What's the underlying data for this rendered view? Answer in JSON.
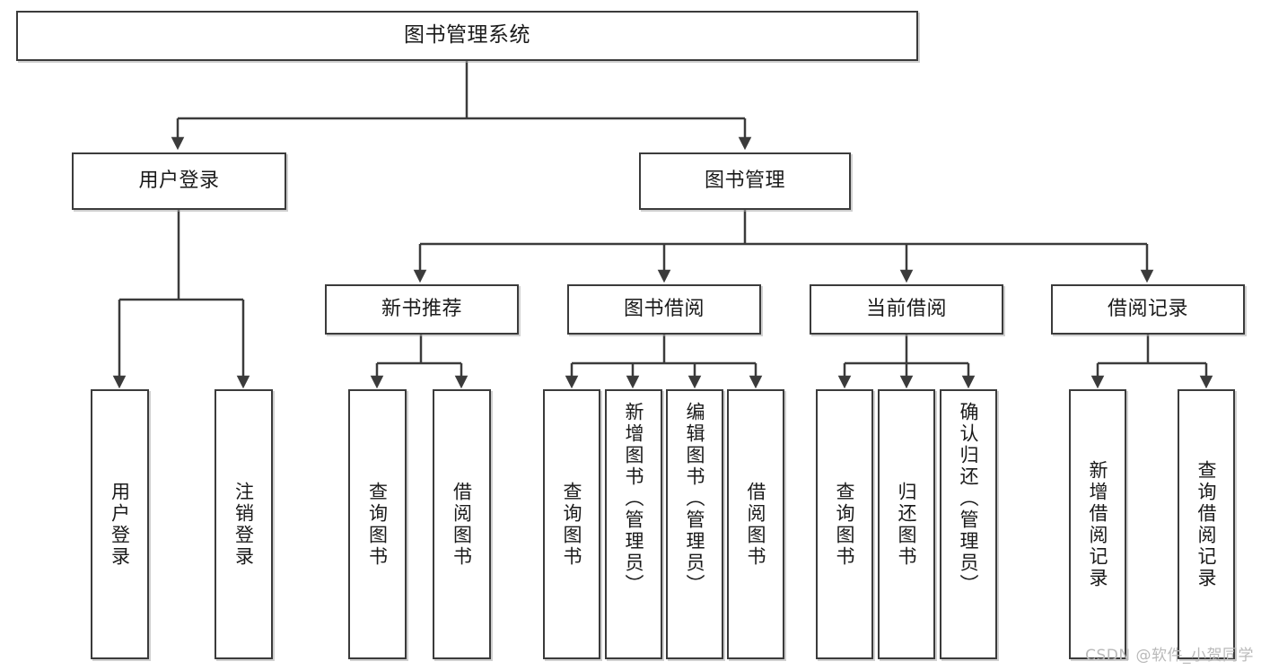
{
  "diagram": {
    "title": "图书管理系统",
    "root": {
      "label": "图书管理系统"
    },
    "level2": [
      {
        "label": "用户登录"
      },
      {
        "label": "图书管理"
      }
    ],
    "level3": [
      {
        "label": "新书推荐"
      },
      {
        "label": "图书借阅"
      },
      {
        "label": "当前借阅"
      },
      {
        "label": "借阅记录"
      }
    ],
    "leaves": {
      "user_login": [
        {
          "label": "用户登录"
        },
        {
          "label": "注销登录"
        }
      ],
      "new_book_recommend": [
        {
          "label": "查询图书"
        },
        {
          "label": "借阅图书"
        }
      ],
      "book_borrow": [
        {
          "label": "查询图书"
        },
        {
          "label": "新增图书（管理员）"
        },
        {
          "label": "编辑图书（管理员）"
        },
        {
          "label": "借阅图书"
        }
      ],
      "current_borrow": [
        {
          "label": "查询图书"
        },
        {
          "label": "归还图书"
        },
        {
          "label": "确认归还（管理员）"
        }
      ],
      "borrow_record": [
        {
          "label": "新增借阅记录"
        },
        {
          "label": "查询借阅记录"
        }
      ]
    }
  },
  "watermark": {
    "text": "CSDN @软件_小贺同学"
  },
  "colors": {
    "border": "#3b3b3b",
    "background": "#ffffff",
    "text": "#1a1a1a",
    "watermark": "#b9b9b9"
  }
}
